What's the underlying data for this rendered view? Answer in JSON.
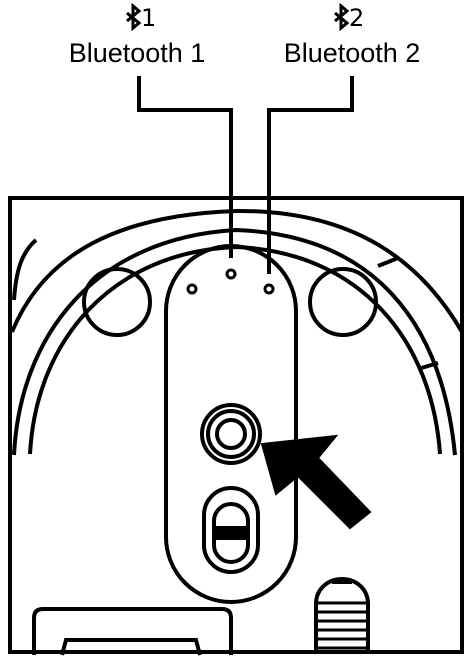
{
  "labels": {
    "bt1": {
      "symbol": "ᛒ",
      "number": "1",
      "name": "Bluetooth 1"
    },
    "bt2": {
      "symbol": "ᛒ",
      "number": "2",
      "name": "Bluetooth 2"
    }
  },
  "colors": {
    "line": "#000000",
    "background": "#ffffff"
  },
  "icons": {
    "bluetooth": "bluetooth-icon",
    "pointer": "arrow-pointer-icon"
  }
}
